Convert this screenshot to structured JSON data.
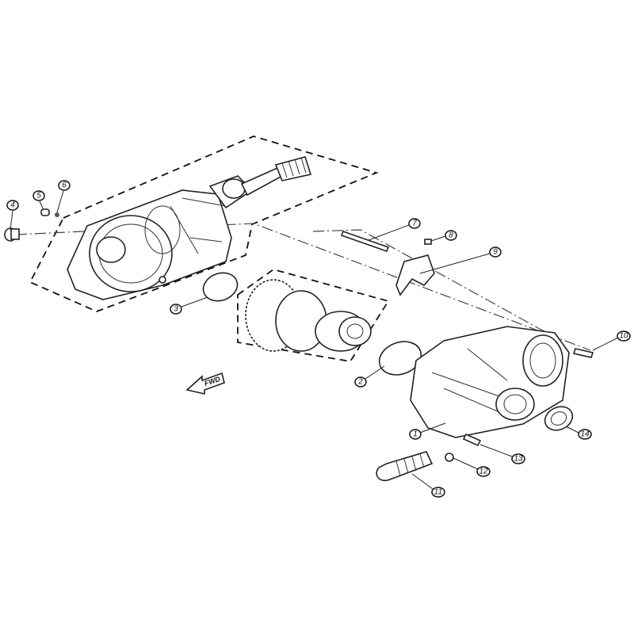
{
  "diagram": {
    "direction_arrow": "FWD",
    "callouts": [
      "1",
      "2",
      "3",
      "4",
      "5",
      "6",
      "7",
      "8",
      "9",
      "10",
      "11",
      "12",
      "13",
      "14"
    ]
  }
}
